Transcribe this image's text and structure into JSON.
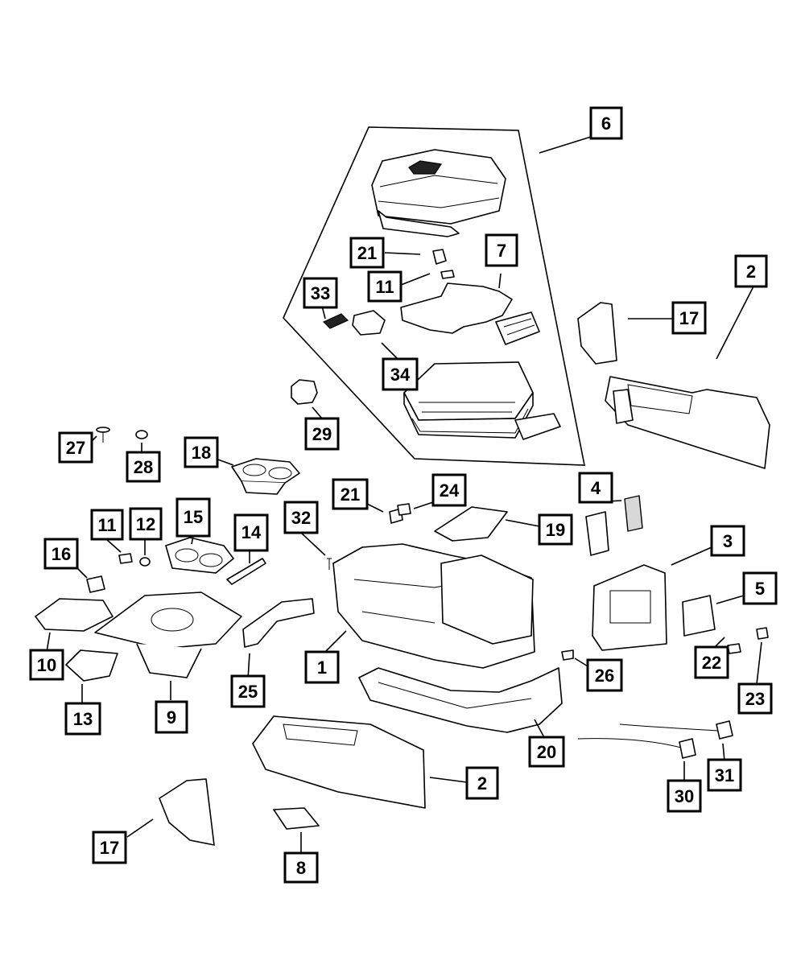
{
  "diagram": {
    "callouts": [
      {
        "id": "c6",
        "label": "6"
      },
      {
        "id": "c21a",
        "label": "21"
      },
      {
        "id": "c7",
        "label": "7"
      },
      {
        "id": "c33",
        "label": "33"
      },
      {
        "id": "c11a",
        "label": "11"
      },
      {
        "id": "c2a",
        "label": "2"
      },
      {
        "id": "c17a",
        "label": "17"
      },
      {
        "id": "c34",
        "label": "34"
      },
      {
        "id": "c29",
        "label": "29"
      },
      {
        "id": "c27",
        "label": "27"
      },
      {
        "id": "c28",
        "label": "28"
      },
      {
        "id": "c18",
        "label": "18"
      },
      {
        "id": "c21b",
        "label": "21"
      },
      {
        "id": "c24",
        "label": "24"
      },
      {
        "id": "c4",
        "label": "4"
      },
      {
        "id": "c19",
        "label": "19"
      },
      {
        "id": "c32",
        "label": "32"
      },
      {
        "id": "c11b",
        "label": "11"
      },
      {
        "id": "c12",
        "label": "12"
      },
      {
        "id": "c15",
        "label": "15"
      },
      {
        "id": "c14",
        "label": "14"
      },
      {
        "id": "c3",
        "label": "3"
      },
      {
        "id": "c16",
        "label": "16"
      },
      {
        "id": "c5",
        "label": "5"
      },
      {
        "id": "c1",
        "label": "1"
      },
      {
        "id": "c10",
        "label": "10"
      },
      {
        "id": "c26",
        "label": "26"
      },
      {
        "id": "c22",
        "label": "22"
      },
      {
        "id": "c25",
        "label": "25"
      },
      {
        "id": "c9",
        "label": "9"
      },
      {
        "id": "c13",
        "label": "13"
      },
      {
        "id": "c23",
        "label": "23"
      },
      {
        "id": "c20",
        "label": "20"
      },
      {
        "id": "c31",
        "label": "31"
      },
      {
        "id": "c2b",
        "label": "2"
      },
      {
        "id": "c30",
        "label": "30"
      },
      {
        "id": "c17b",
        "label": "17"
      },
      {
        "id": "c8",
        "label": "8"
      }
    ]
  }
}
